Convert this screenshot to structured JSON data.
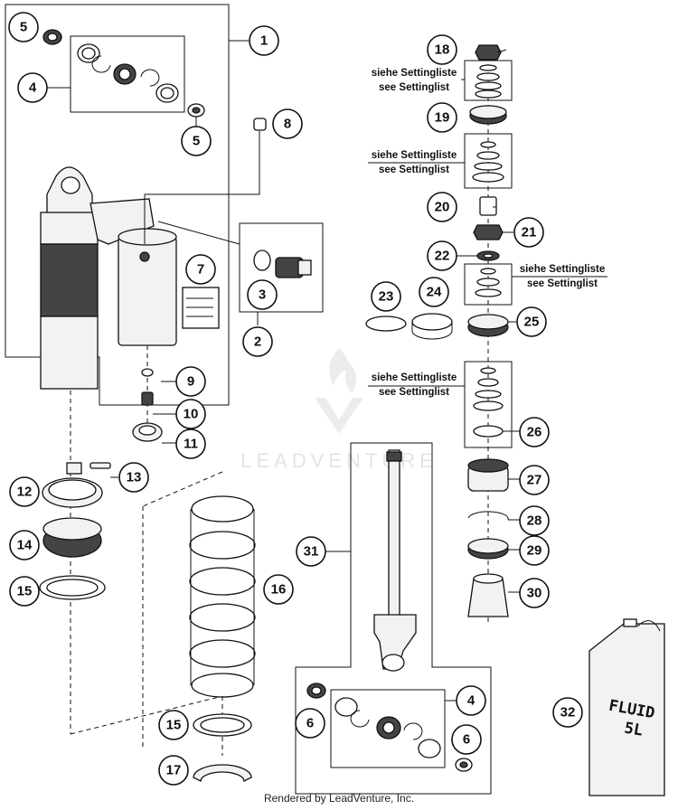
{
  "watermark": "LEADVENTURE",
  "footer": "Rendered by LeadVenture, Inc.",
  "notes": [
    {
      "de": "siehe Settingliste",
      "en": "see Settinglist"
    },
    {
      "de": "siehe Settingliste",
      "en": "see Settinglist"
    },
    {
      "de": "siehe Settingliste",
      "en": "see Settinglist"
    },
    {
      "de": "siehe Settingliste",
      "en": "see Settinglist"
    }
  ],
  "fluid_can": {
    "line1": "FLUID",
    "line2": "5L"
  },
  "callouts": [
    "1",
    "2",
    "3",
    "4",
    "5",
    "5",
    "6",
    "6",
    "7",
    "8",
    "9",
    "10",
    "11",
    "12",
    "13",
    "14",
    "15",
    "15",
    "16",
    "17",
    "18",
    "19",
    "20",
    "21",
    "22",
    "23",
    "24",
    "25",
    "26",
    "27",
    "28",
    "29",
    "30",
    "31",
    "32",
    "4"
  ]
}
